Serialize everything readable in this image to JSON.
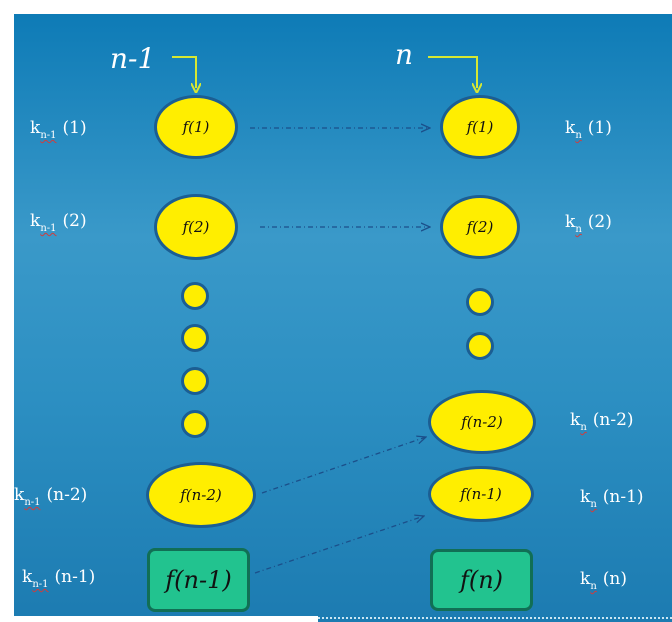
{
  "columns": {
    "left_title": "n-1",
    "right_title": "n"
  },
  "nodes": {
    "left_f1": "f(1)",
    "left_f2": "f(2)",
    "left_fn2": "f(n-2)",
    "left_box": "f(n-1)",
    "right_f1": "f(1)",
    "right_f2": "f(2)",
    "right_fn2": "f(n-2)",
    "right_fn1": "f(n-1)",
    "right_box": "f(n)"
  },
  "labels": {
    "left": [
      {
        "base": "k",
        "sub": "n-1",
        "arg": "(1)"
      },
      {
        "base": "k",
        "sub": "n-1",
        "arg": "(2)"
      },
      {
        "base": "k",
        "sub": "n-1",
        "arg": "(n-2)"
      },
      {
        "base": "k",
        "sub": "n-1",
        "arg": "(n-1)"
      }
    ],
    "right": [
      {
        "base": "k",
        "sub": "n",
        "arg": "(1)"
      },
      {
        "base": "k",
        "sub": "n",
        "arg": "(2)"
      },
      {
        "base": "k",
        "sub": "n",
        "arg": "(n-2)"
      },
      {
        "base": "k",
        "sub": "n",
        "arg": "(n-1)"
      },
      {
        "base": "k",
        "sub": "n",
        "arg": "(n)"
      }
    ]
  },
  "colors": {
    "node_fill": "#ffee00",
    "node_border": "#1b5e93",
    "box_fill": "#22c38f",
    "arrow": "#d7e832",
    "connector": "#1b4f8a"
  }
}
